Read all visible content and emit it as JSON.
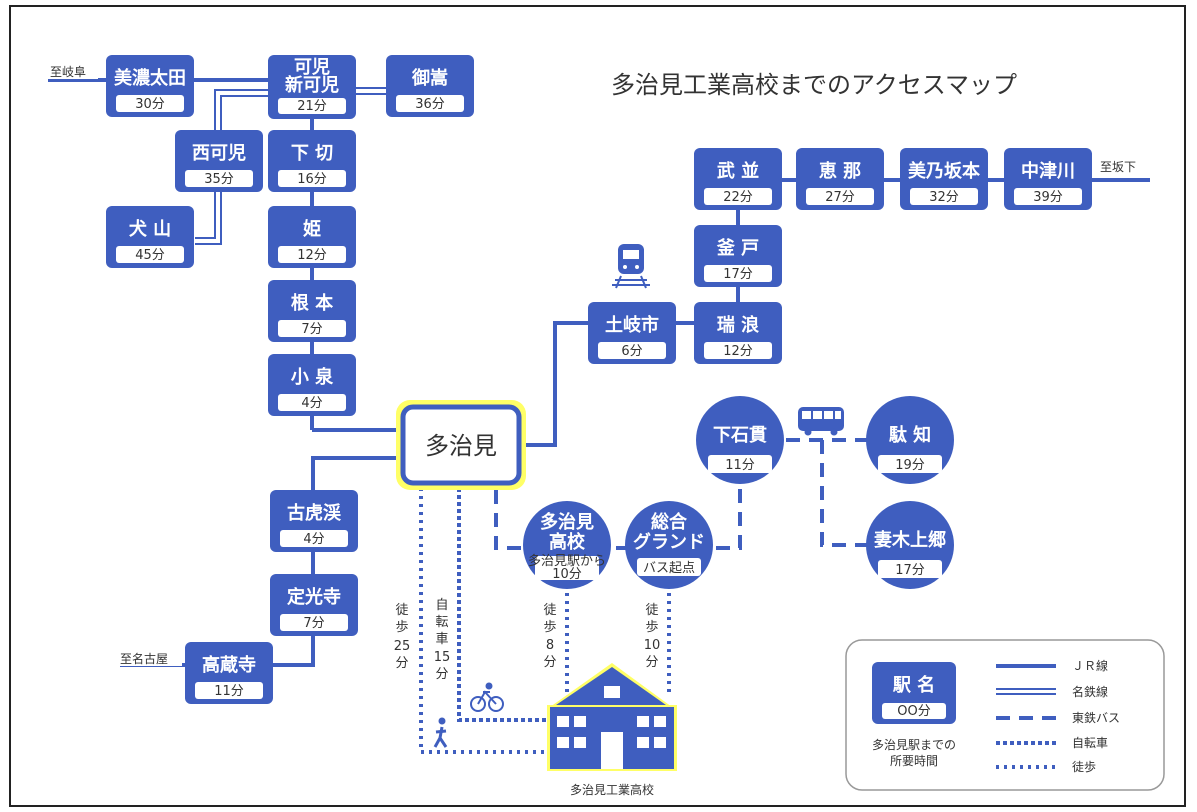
{
  "title": "多治見工業高校までのアクセスマップ",
  "hub": {
    "name": "多治見"
  },
  "directions": {
    "gifu": "至岐阜",
    "nagoya": "至名古屋",
    "sakashita": "至坂下"
  },
  "stations": [
    {
      "id": "minoota",
      "name": "美濃太田",
      "time": "30分"
    },
    {
      "id": "kani",
      "name1": "可児",
      "name2": "新可児",
      "time": "21分"
    },
    {
      "id": "mitake",
      "name": "御嵩",
      "time": "36分"
    },
    {
      "id": "nishikani",
      "name": "西可児",
      "time": "35分"
    },
    {
      "id": "shimogiri",
      "name": "下 切",
      "time": "16分"
    },
    {
      "id": "inuyama",
      "name": "犬 山",
      "time": "45分"
    },
    {
      "id": "hime",
      "name": "姫",
      "time": "12分"
    },
    {
      "id": "nemoto",
      "name": "根 本",
      "time": "7分"
    },
    {
      "id": "koizumi",
      "name": "小 泉",
      "time": "4分"
    },
    {
      "id": "kokokei",
      "name": "古虎渓",
      "time": "4分"
    },
    {
      "id": "jokoji",
      "name": "定光寺",
      "time": "7分"
    },
    {
      "id": "kozoji",
      "name": "高蔵寺",
      "time": "11分"
    },
    {
      "id": "tokishi",
      "name": "土岐市",
      "time": "6分"
    },
    {
      "id": "mizunami",
      "name": "瑞 浪",
      "time": "12分"
    },
    {
      "id": "kamado",
      "name": "釜 戸",
      "time": "17分"
    },
    {
      "id": "takenami",
      "name": "武 並",
      "time": "22分"
    },
    {
      "id": "ena",
      "name": "恵 那",
      "time": "27分"
    },
    {
      "id": "minosaka",
      "name": "美乃坂本",
      "time": "32分"
    },
    {
      "id": "nakatsugawa",
      "name": "中津川",
      "time": "39分"
    }
  ],
  "bus_stops": [
    {
      "id": "shimoishiga",
      "name": "下石貫",
      "time": "11分"
    },
    {
      "id": "dachi",
      "name": "駄 知",
      "time": "19分"
    },
    {
      "id": "tsumaki",
      "name": "妻木上郷",
      "time": "17分"
    },
    {
      "id": "tajimihs",
      "name1": "多治見",
      "name2": "高校",
      "note": "多治見駅から",
      "time": "10分"
    },
    {
      "id": "sogo",
      "name1": "総合",
      "name2": "グランド",
      "time": "バス起点"
    }
  ],
  "access": {
    "walk_station": [
      "徒",
      "歩",
      "25",
      "分"
    ],
    "bike_station": [
      "自",
      "転",
      "車",
      "15",
      "分"
    ],
    "walk_hs": [
      "徒",
      "歩",
      "8",
      "分"
    ],
    "walk_sogo": [
      "徒",
      "歩",
      "10",
      "分"
    ]
  },
  "school": {
    "name": "多治見工業高校"
  },
  "legend": {
    "station_name": "駅 名",
    "station_time": "OO分",
    "caption1": "多治見駅までの",
    "caption2": "所要時間",
    "items": [
      "ＪＲ線",
      "名鉄線",
      "東鉄バス",
      "自転車",
      "徒歩"
    ]
  },
  "colors": {
    "line": "#3f5ebf",
    "hub_glow": "#ffff66",
    "frame": "#222222"
  }
}
